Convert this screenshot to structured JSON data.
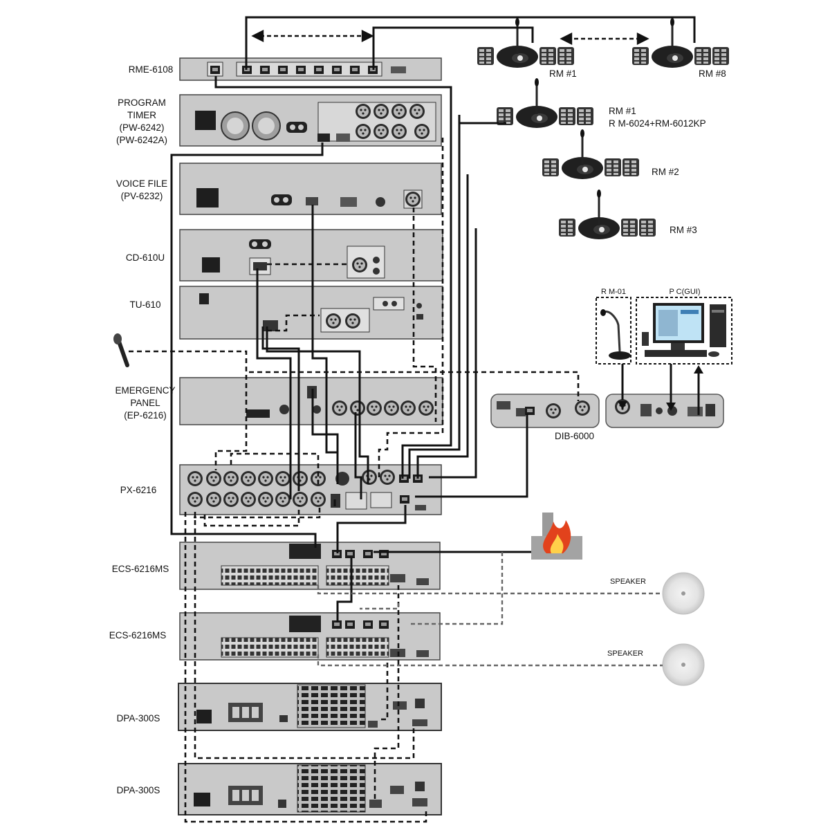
{
  "labels": {
    "rme_6108": "RME-6108",
    "program_timer": [
      "PROGRAM",
      "TIMER",
      "(PW-6242)",
      "(PW-6242A)"
    ],
    "voice_file": [
      "VOICE FILE",
      "(PV-6232)"
    ],
    "cd_610u": "CD-610U",
    "tu_610": "TU-610",
    "emergency_panel": [
      "EMERGENCY",
      "PANEL",
      "(EP-6216)"
    ],
    "px_6216": "PX-6216",
    "ecs_6216ms_1": "ECS-6216MS",
    "ecs_6216ms_2": "ECS-6216MS",
    "dpa_300s_1": "DPA-300S",
    "dpa_300s_2": "DPA-300S",
    "rm1_top": "RM #1",
    "rm8_top": "RM #8",
    "rm1_main": [
      "RM #1",
      "R M-6024+RM-6012KP"
    ],
    "rm2": "RM #2",
    "rm3": "RM #3",
    "rm01": "R M-01",
    "pc_gui": "P C(GUI)",
    "dib_6000": "DIB-6000",
    "speaker_1": "SPEAKER",
    "speaker_2": "SPEAKER"
  },
  "icons": {
    "rack_units": "rack-unit-icon",
    "remote_mic": "remote-microphone-icon",
    "wireless_mic": "handheld-microphone-icon",
    "fire_alarm": "fire-alarm-icon",
    "ceiling_speaker": "ceiling-speaker-icon",
    "pc": "computer-icon",
    "desk_mic": "desk-microphone-icon",
    "interface_box": "interface-box-icon"
  },
  "colors": {
    "rack_face": "#c9c9c9",
    "rack_edge": "#4a4a4a",
    "wire_solid": "#111111",
    "wire_dashed": "#111111",
    "speaker_wire": "#666666",
    "fire": "#e2421c"
  }
}
